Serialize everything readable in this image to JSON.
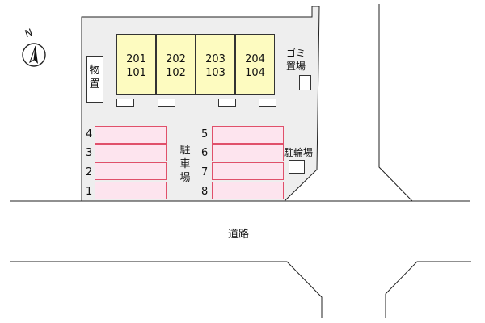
{
  "compass": {
    "label": "N"
  },
  "storage": {
    "label_line1": "物",
    "label_line2": "置"
  },
  "units": [
    {
      "upper": "201",
      "lower": "101"
    },
    {
      "upper": "202",
      "lower": "102"
    },
    {
      "upper": "203",
      "lower": "103"
    },
    {
      "upper": "204",
      "lower": "104"
    }
  ],
  "garbage": {
    "line1": "ゴミ",
    "line2": "置場"
  },
  "parking": {
    "label_chars": [
      "駐",
      "車",
      "場"
    ],
    "left_numbers": [
      "4",
      "3",
      "2",
      "1"
    ],
    "right_numbers": [
      "5",
      "6",
      "7",
      "8"
    ]
  },
  "bicycle": {
    "label": "駐輪場"
  },
  "road": {
    "label": "道路"
  }
}
